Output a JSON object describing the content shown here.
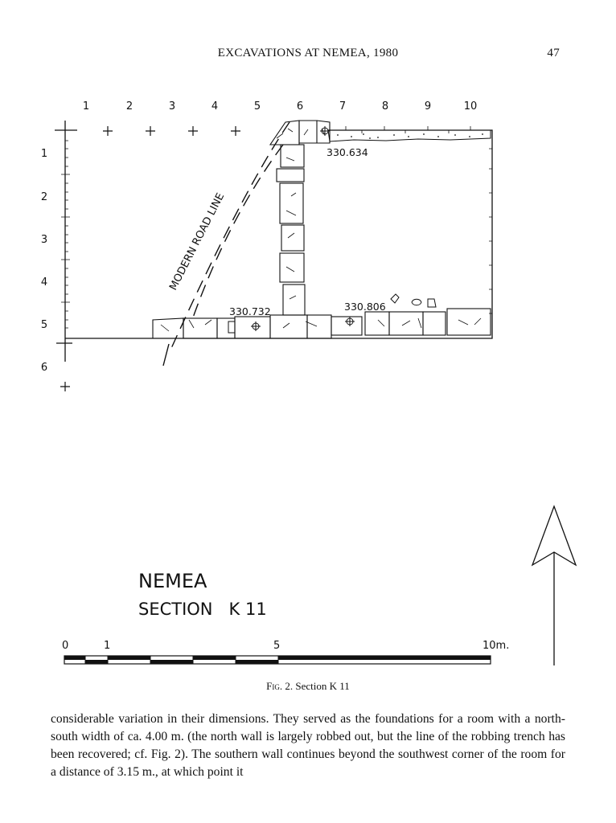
{
  "header": {
    "running_title": "EXCAVATIONS AT NEMEA, 1980",
    "page_number": "47"
  },
  "figure": {
    "col_labels": [
      "1",
      "2",
      "3",
      "4",
      "5",
      "6",
      "7",
      "8",
      "9",
      "10"
    ],
    "row_labels": [
      "1",
      "2",
      "3",
      "4",
      "5",
      "6"
    ],
    "elevations": {
      "north": "330.634",
      "southwest": "330.732",
      "southeast": "330.806"
    },
    "road_label": "MODERN ROAD LINE",
    "title_line1": "NEMEA",
    "title_line2": "SECTION   K 11",
    "scale": {
      "label_0": "0",
      "label_1": "1",
      "label_5": "5",
      "label_10": "10m."
    },
    "caption_prefix": "Fig",
    "caption_rest": ". 2. Section K 11"
  },
  "body": {
    "paragraph": "considerable variation in their dimensions. They served as the foundations for a room with a north-south width of ca. 4.00 m. (the north wall is largely robbed out, but the line of the robbing trench has been recovered; cf. Fig. 2). The southern wall continues beyond the southwest corner of the room for a distance of 3.15 m., at which point it"
  }
}
